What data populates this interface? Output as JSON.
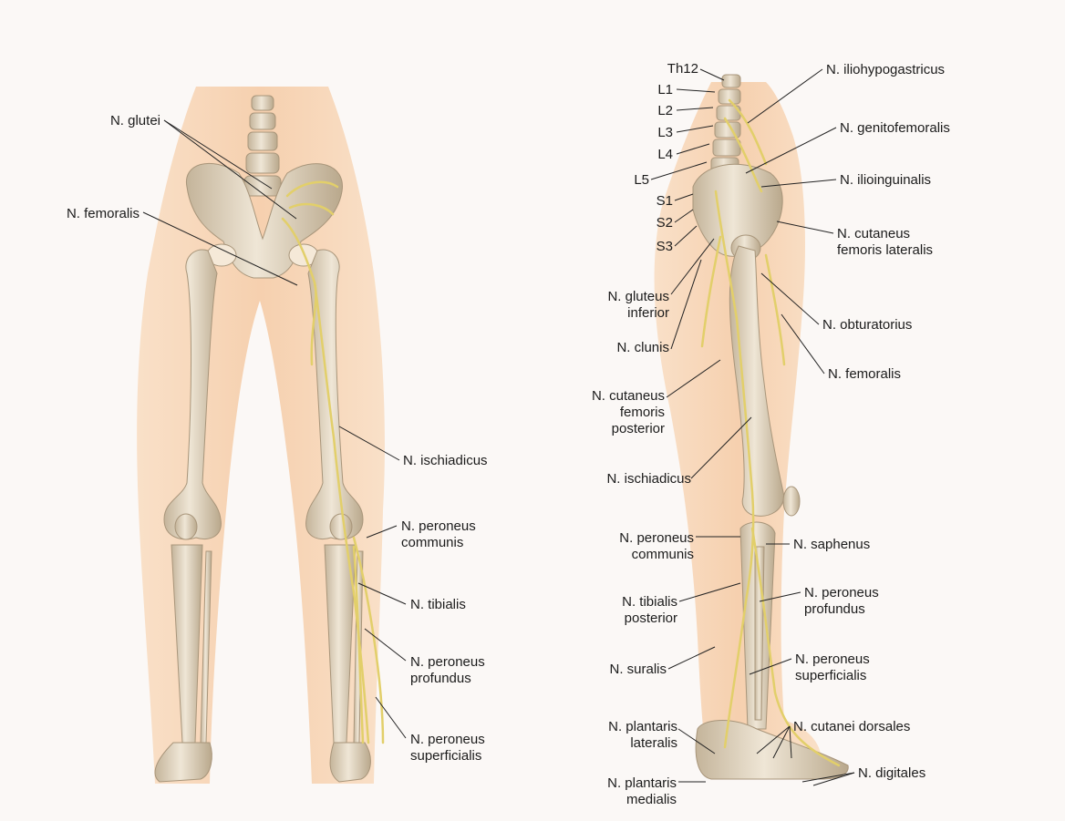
{
  "page": {
    "background": "#fbf8f6"
  },
  "colors": {
    "skin": "#f7cfa8",
    "bone": "#e8dccb",
    "bone_shadow": "#b8a890",
    "nerve": "#e8d77a",
    "line": "#222222"
  },
  "front_view": {
    "labels": {
      "glutei": "N. glutei",
      "femoralis": "N. femoralis",
      "ischiadicus": "N. ischiadicus",
      "peroneus_communis": [
        "N. peroneus",
        "communis"
      ],
      "tibialis": "N. tibialis",
      "peroneus_profundus": [
        "N. peroneus",
        "profundus"
      ],
      "peroneus_superficialis": [
        "N. peroneus",
        "superficialis"
      ]
    }
  },
  "side_view": {
    "labels": {
      "th12": "Th12",
      "l1": "L1",
      "l2": "L2",
      "l3": "L3",
      "l4": "L4",
      "l5": "L5",
      "s1": "S1",
      "s2": "S2",
      "s3": "S3",
      "iliohypogastricus": "N. iliohypogastricus",
      "genitofemoralis": "N. genitofemoralis",
      "ilioinguinalis": "N. ilioinguinalis",
      "cutaneus_femoris_lateralis": [
        "N. cutaneus",
        "femoris lateralis"
      ],
      "gluteus_inferior": [
        "N. gluteus",
        "inferior"
      ],
      "clunis": "N. clunis",
      "obturatorius": "N. obturatorius",
      "femoralis": "N. femoralis",
      "cutaneus_femoris_posterior": [
        "N. cutaneus",
        "femoris",
        "posterior"
      ],
      "ischiadicus": "N. ischiadicus",
      "peroneus_communis": [
        "N. peroneus",
        "communis"
      ],
      "saphenus": "N. saphenus",
      "tibialis_posterior": [
        "N. tibialis",
        "posterior"
      ],
      "peroneus_profundus": [
        "N. peroneus",
        "profundus"
      ],
      "suralis": "N. suralis",
      "peroneus_superficialis": [
        "N. peroneus",
        "superficialis"
      ],
      "plantaris_lateralis": [
        "N. plantaris",
        "lateralis"
      ],
      "cutanei_dorsales": "N. cutanei dorsales",
      "plantaris_medialis": [
        "N. plantaris",
        "medialis"
      ],
      "digitales": "N. digitales"
    }
  }
}
